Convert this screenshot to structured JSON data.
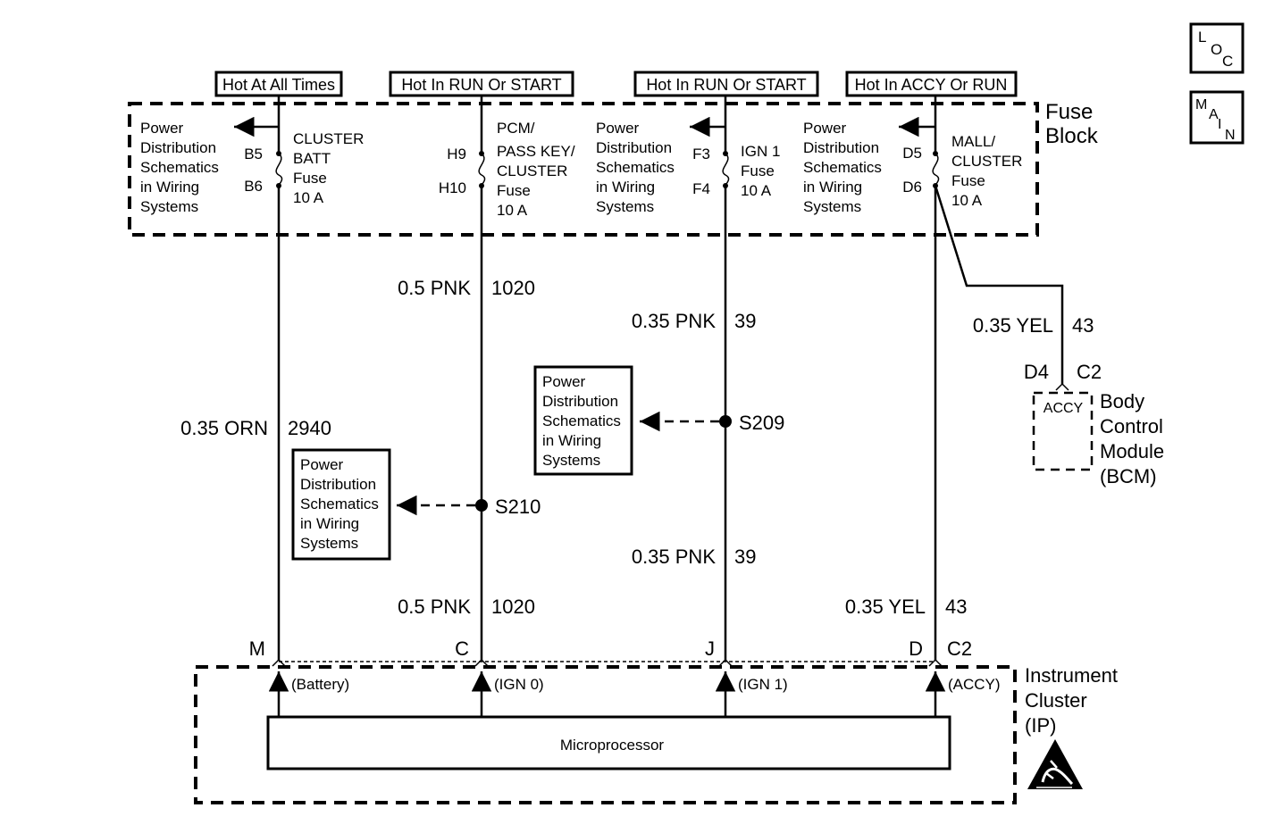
{
  "hot_labels": [
    "Hot At All Times",
    "Hot In RUN Or START",
    "Hot In RUN Or START",
    "Hot In ACCY Or RUN"
  ],
  "fuse_block_label": [
    "Fuse",
    "Block"
  ],
  "pds_text": [
    "Power",
    "Distribution",
    "Schematics",
    "in Wiring",
    "Systems"
  ],
  "fuses": [
    {
      "top_pin": "B5",
      "bottom_pin": "B6",
      "lines": [
        "CLUSTER",
        "BATT",
        "Fuse",
        "10 A"
      ]
    },
    {
      "top_pin": "H9",
      "bottom_pin": "H10",
      "lines": [
        "PCM/",
        "PASS KEY/",
        "CLUSTER",
        "Fuse",
        "10 A"
      ]
    },
    {
      "top_pin": "F3",
      "bottom_pin": "F4",
      "lines": [
        "IGN 1",
        "Fuse",
        "10 A"
      ]
    },
    {
      "top_pin": "D5",
      "bottom_pin": "D6",
      "lines": [
        "MALL/",
        "CLUSTER",
        "Fuse",
        "10 A"
      ]
    }
  ],
  "wires": {
    "w1": {
      "size_color": "0.35 ORN",
      "circuit": "2940"
    },
    "w2_top": {
      "size_color": "0.5 PNK",
      "circuit": "1020"
    },
    "w2_bot": {
      "size_color": "0.5 PNK",
      "circuit": "1020"
    },
    "w3_top": {
      "size_color": "0.35 PNK",
      "circuit": "39"
    },
    "w3_bot": {
      "size_color": "0.35 PNK",
      "circuit": "39"
    },
    "w4_top": {
      "size_color": "0.35 YEL",
      "circuit": "43"
    },
    "w4_bot": {
      "size_color": "0.35 YEL",
      "circuit": "43"
    }
  },
  "splices": {
    "s210": "S210",
    "s209": "S209"
  },
  "bcm": {
    "pin": "D4",
    "connector": "C2",
    "inner_label": "ACCY",
    "name_lines": [
      "Body",
      "Control",
      "Module",
      "(BCM)"
    ]
  },
  "cluster": {
    "pins": [
      "M",
      "C",
      "J",
      "D"
    ],
    "connector": "C2",
    "inputs": [
      "(Battery)",
      "(IGN 0)",
      "(IGN 1)",
      "(ACCY)"
    ],
    "microprocessor": "Microprocessor",
    "name_lines": [
      "Instrument",
      "Cluster",
      "(IP)"
    ]
  },
  "nav": {
    "loc": [
      "L",
      "O",
      "C"
    ],
    "main": [
      "M",
      "A",
      "I",
      "N"
    ]
  }
}
